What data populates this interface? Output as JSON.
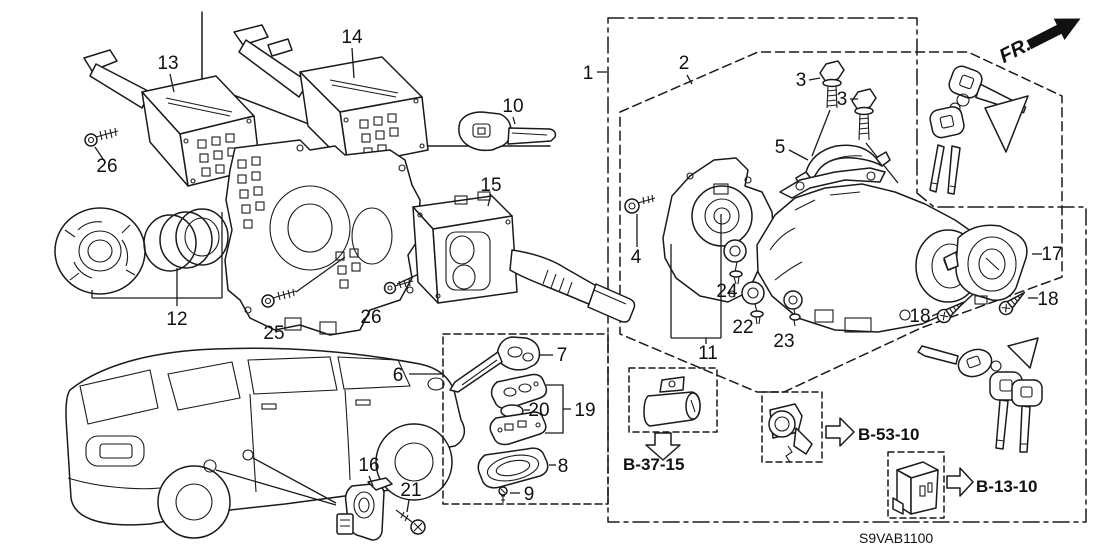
{
  "diagram": {
    "part_code": "S9VAB1100",
    "direction_label": "FR.",
    "callouts": {
      "c1": "1",
      "c2": "2",
      "c3": "3",
      "c4": "4",
      "c5": "5",
      "c6": "6",
      "c7": "7",
      "c8": "8",
      "c9": "9",
      "c10": "10",
      "c11": "11",
      "c12": "12",
      "c13": "13",
      "c14": "14",
      "c15": "15",
      "c16": "16",
      "c17": "17",
      "c18": "18",
      "c19": "19",
      "c20": "20",
      "c21": "21",
      "c22": "22",
      "c23": "23",
      "c24": "24",
      "c25": "25",
      "c26": "26"
    },
    "references": [
      {
        "label": "B-37-15"
      },
      {
        "label": "B-53-10"
      },
      {
        "label": "B-13-10"
      }
    ],
    "colors": {
      "line": "#1a1a1a",
      "background": "#ffffff"
    }
  }
}
